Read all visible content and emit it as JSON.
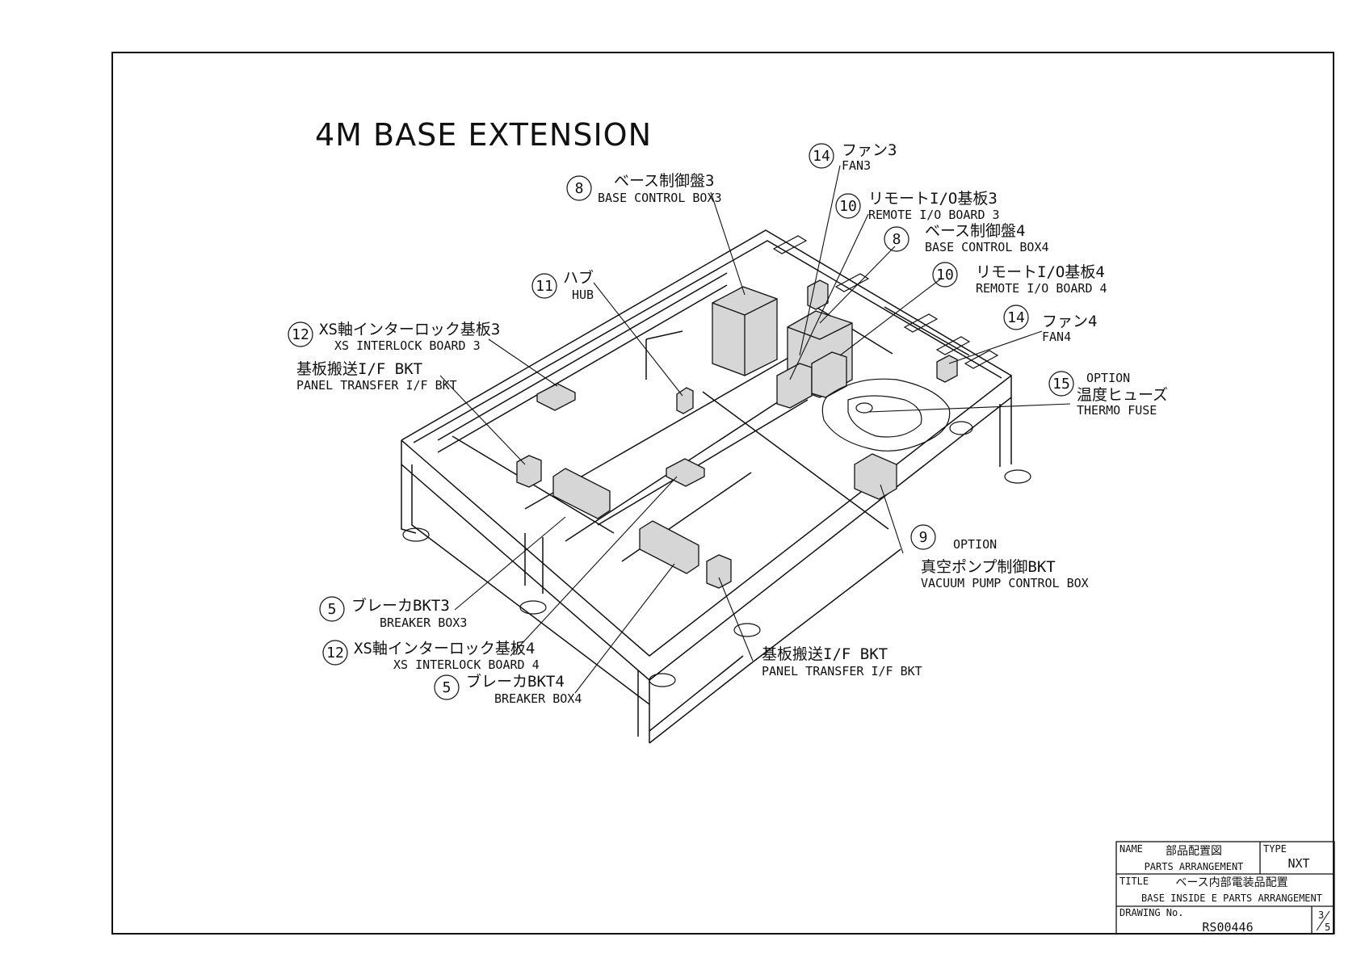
{
  "drawing_title": "4M BASE EXTENSION",
  "callouts": [
    {
      "num": "14",
      "jp": "ファン3",
      "en": "FAN3"
    },
    {
      "num": "8",
      "jp": "ベース制御盤3",
      "en": "BASE CONTROL BOX3"
    },
    {
      "num": "10",
      "jp": "リモートI/O基板3",
      "en": "REMOTE I/O BOARD 3"
    },
    {
      "num": "8",
      "jp": "ベース制御盤4",
      "en": "BASE CONTROL BOX4"
    },
    {
      "num": "10",
      "jp": "リモートI/O基板4",
      "en": "REMOTE I/O BOARD 4"
    },
    {
      "num": "11",
      "jp": "ハブ",
      "en": "HUB"
    },
    {
      "num": "14",
      "jp": "ファン4",
      "en": "FAN4"
    },
    {
      "num": "12",
      "jp": "XS軸インターロック基板3",
      "en": "XS INTERLOCK BOARD 3"
    },
    {
      "num": "",
      "jp": "基板搬送I/F BKT",
      "en": "PANEL TRANSFER I/F BKT"
    },
    {
      "num": "15",
      "jp": "温度ヒューズ",
      "en": "THERMO FUSE",
      "note": "OPTION"
    },
    {
      "num": "9",
      "jp": "真空ポンプ制御BKT",
      "en": "VACUUM PUMP CONTROL BOX",
      "note": "OPTION"
    },
    {
      "num": "5",
      "jp": "ブレーカBKT3",
      "en": "BREAKER BOX3"
    },
    {
      "num": "12",
      "jp": "XS軸インターロック基板4",
      "en": "XS INTERLOCK BOARD 4"
    },
    {
      "num": "5",
      "jp": "ブレーカBKT4",
      "en": "BREAKER BOX4"
    },
    {
      "num": "",
      "jp": "基板搬送I/F BKT",
      "en": "PANEL TRANSFER I/F BKT"
    }
  ],
  "title_block": {
    "name_label": "NAME",
    "name_jp": "部品配置図",
    "name_en": "PARTS ARRANGEMENT",
    "type_label": "TYPE",
    "type_value": "NXT",
    "title_label": "TITLE",
    "title_jp": "ベース内部電装品配置",
    "title_en": "BASE INSIDE E PARTS ARRANGEMENT",
    "drawing_no_label": "DRAWING No.",
    "drawing_no": "RS00446",
    "sheet_num": "3",
    "sheet_den": "5"
  }
}
